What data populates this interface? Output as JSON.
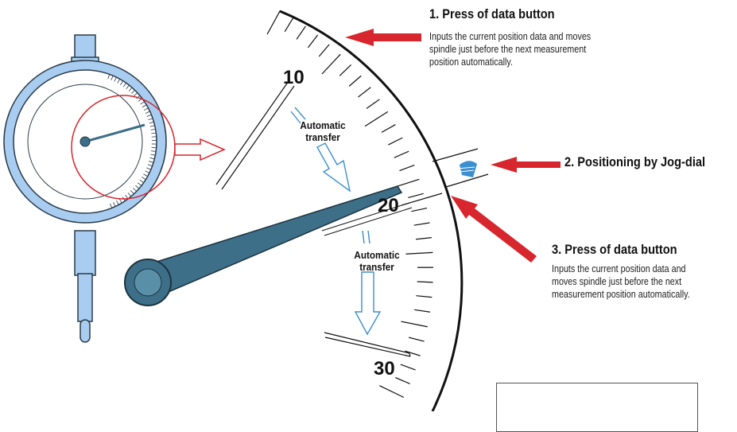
{
  "dial_numbers": {
    "n10": "10",
    "n20": "20",
    "n30": "30"
  },
  "transfer_labels": {
    "upper": [
      "Automatic",
      "transfer"
    ],
    "lower": [
      "Automatic",
      "transfer"
    ]
  },
  "steps": [
    {
      "title": "1. Press of data button",
      "desc": [
        "Inputs the current position data and moves",
        "spindle just before the next measurement",
        "position automatically."
      ]
    },
    {
      "title": "2. Positioning by Jog-dial",
      "desc": []
    },
    {
      "title": "3. Press of data button",
      "desc": [
        "Inputs the current position data and",
        "moves spindle just before the next",
        "measurement position automatically."
      ]
    }
  ],
  "colors": {
    "gauge_blue": "#a9cdf0",
    "gauge_outline": "#2b3b4a",
    "pointer": "#3d6f88",
    "highlight_red": "#d7262d",
    "flow_blue": "#3b8fd0",
    "ink": "#111111"
  },
  "icons": [
    "dial-gauge-icon",
    "magnify-arrow-icon",
    "jog-dial-icon",
    "red-arrow-icon",
    "flow-arrow-icon"
  ]
}
